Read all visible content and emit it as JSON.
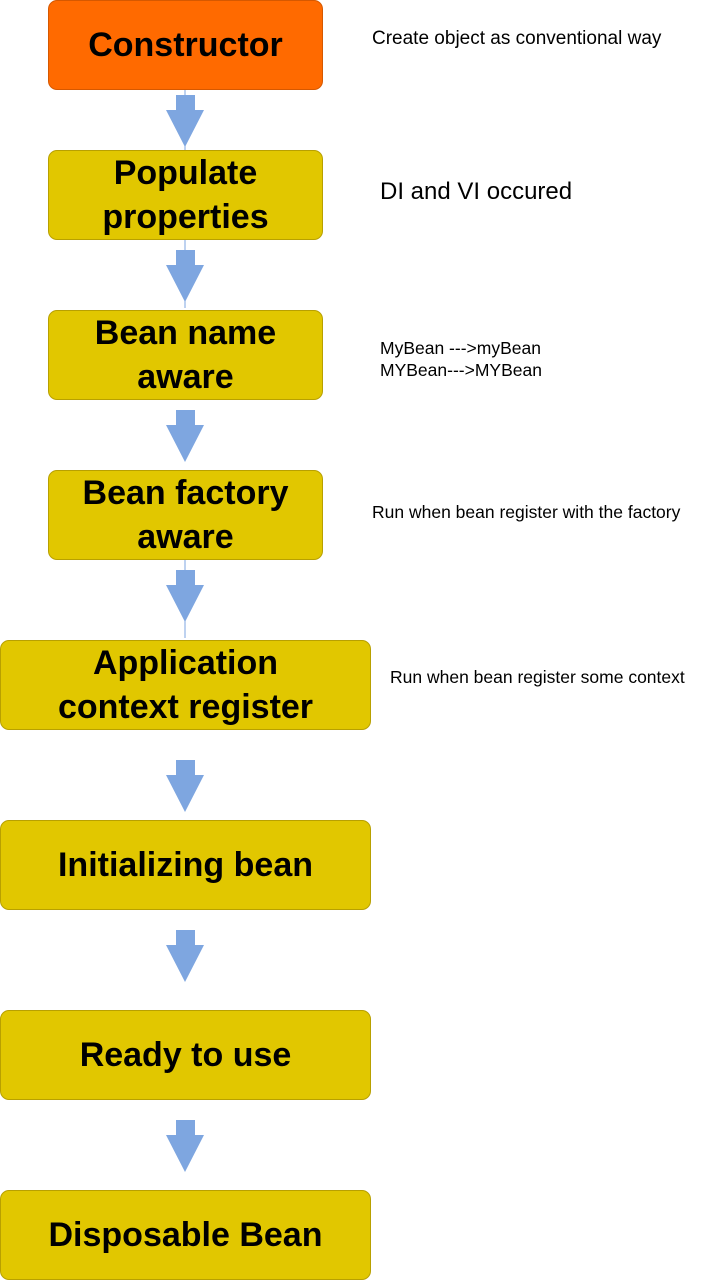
{
  "colors": {
    "start_box": "#ff6a00",
    "step_box": "#e1c700",
    "arrow": "#7ea6e0"
  },
  "steps": [
    {
      "label": "Constructor",
      "note": "Create object as conventional way"
    },
    {
      "label": "Populate\nproperties",
      "note": "DI and VI occured"
    },
    {
      "label": "Bean name\naware",
      "note": "MyBean --->myBean\nMYBean--->MYBean"
    },
    {
      "label": "Bean factory\naware",
      "note": "Run when bean register with the factory"
    },
    {
      "label": "Application\ncontext register",
      "note": "Run when bean register some context"
    },
    {
      "label": "Initializing bean",
      "note": ""
    },
    {
      "label": "Ready to use",
      "note": ""
    },
    {
      "label": "Disposable Bean",
      "note": ""
    }
  ]
}
